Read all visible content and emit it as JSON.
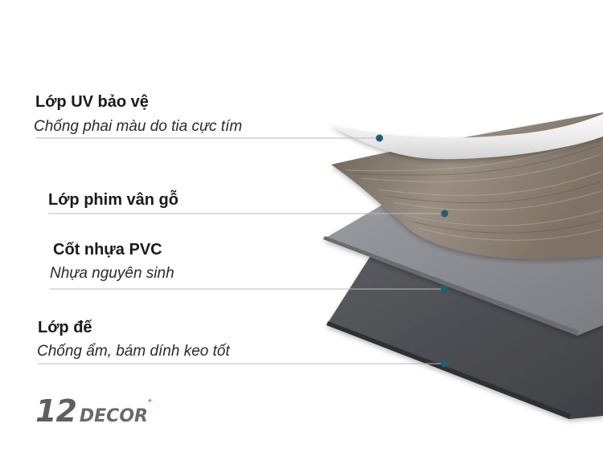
{
  "layers": [
    {
      "title": "Lớp UV bảo vệ",
      "subtitle": "Chống phai màu do tia cực tím",
      "color": "#eeeeee"
    },
    {
      "title": "Lớp phim vân gỗ",
      "subtitle": "",
      "color": "#8a7f73"
    },
    {
      "title": "Cốt nhựa PVC",
      "subtitle": "Nhựa nguyên sinh",
      "color": "#8c8d91"
    },
    {
      "title": "Lớp đế",
      "subtitle": "Chống ẩm, bám dính keo tốt",
      "color": "#4b4c50"
    }
  ],
  "logo": {
    "number": "12",
    "word": "DECOR",
    "star": "*"
  },
  "colors": {
    "marker": "#1f5d78",
    "leader": "#b9b9b9",
    "logo_star": "#e53935"
  }
}
